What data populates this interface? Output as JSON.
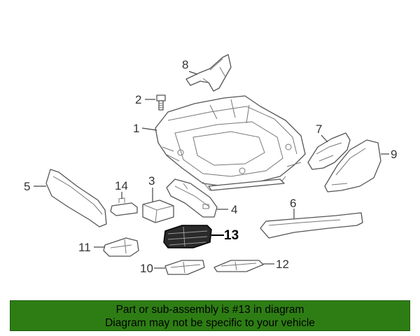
{
  "diagram": {
    "callouts": [
      {
        "id": "1",
        "label": "1"
      },
      {
        "id": "2",
        "label": "2"
      },
      {
        "id": "3",
        "label": "3"
      },
      {
        "id": "4",
        "label": "4"
      },
      {
        "id": "5",
        "label": "5"
      },
      {
        "id": "6",
        "label": "6"
      },
      {
        "id": "7",
        "label": "7"
      },
      {
        "id": "8",
        "label": "8"
      },
      {
        "id": "9",
        "label": "9"
      },
      {
        "id": "10",
        "label": "10"
      },
      {
        "id": "11",
        "label": "11"
      },
      {
        "id": "12",
        "label": "12"
      },
      {
        "id": "13",
        "label": "13"
      },
      {
        "id": "14",
        "label": "14"
      }
    ],
    "highlighted_part": "13"
  },
  "banner": {
    "line1": "Part or sub-assembly is #13 in diagram",
    "line2": "Diagram may not be specific to your vehicle",
    "bg_color": "#2e7d14"
  }
}
